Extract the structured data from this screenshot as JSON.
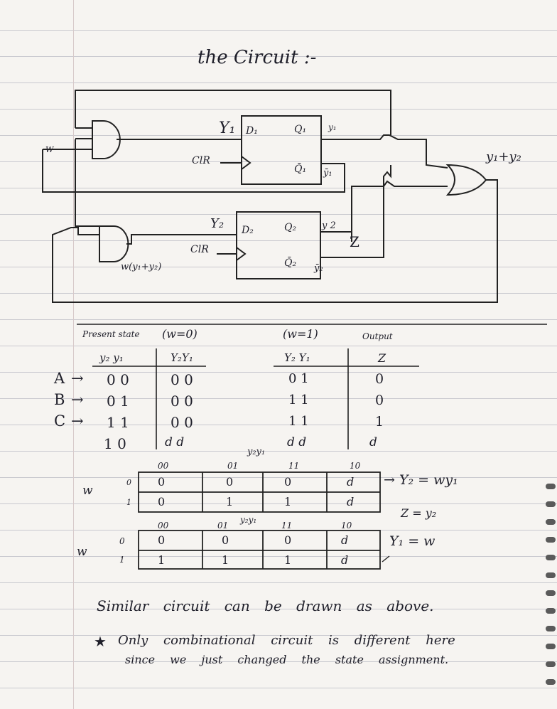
{
  "heading": "the Circuit :-",
  "circuit": {
    "w": "W",
    "Y1": "Y₁",
    "D1": "D₁",
    "Q1": "Q₁",
    "y1": "y₁",
    "Q1bar": "Q̄₁",
    "y1bar": "ȳ₁",
    "clk1": "ClR",
    "out_label": "y₁+y₂",
    "Y2": "Y₂",
    "D2": "D₂",
    "Q2": "Q₂",
    "y2": "y 2",
    "Z": "Z",
    "clk2": "ClR",
    "Q2bar": "Q̄₂",
    "y2bar": "ȳ₂",
    "and2_label": "w(y₁+y₂)"
  },
  "state_table": {
    "present_state": "Present state",
    "w0": "(w=0)",
    "w1": "(w=1)",
    "output": "Output",
    "col_y2y1": "y₂ y₁",
    "col_Y2Y1_w0": "Y₂Y₁",
    "col_Y2Y1_w1": "Y₂ Y₁",
    "col_Z": "Z",
    "rows": [
      {
        "name": "A",
        "arrow": "→",
        "ps": "0 0",
        "w0": "0 0",
        "w1": "0 1",
        "z": "0"
      },
      {
        "name": "B",
        "arrow": "→",
        "ps": "0 1",
        "w0": "0 0",
        "w1": "1 1",
        "z": "0"
      },
      {
        "name": "C",
        "arrow": "→",
        "ps": "1 1",
        "w0": "0 0",
        "w1": "1 1",
        "z": "1"
      },
      {
        "name": "",
        "arrow": "",
        "ps": "1 0",
        "w0": "d d",
        "w1": "d d",
        "z": "d"
      }
    ]
  },
  "kmap1": {
    "title": "y₂y₁",
    "var": "w",
    "cols": [
      "00",
      "01",
      "11",
      "10"
    ],
    "rowlabels": [
      "0",
      "1"
    ],
    "cells": [
      [
        "0",
        "0",
        "0",
        "d"
      ],
      [
        "0",
        "1",
        "1",
        "d"
      ]
    ],
    "result": "→ Y₂ = wy₁",
    "z_eq": "Z = y₂"
  },
  "kmap2": {
    "title": "y₂y₁",
    "var": "w",
    "cols": [
      "00",
      "01",
      "11",
      "10"
    ],
    "rowlabels": [
      "0",
      "1"
    ],
    "cells": [
      [
        "0",
        "0",
        "0",
        "d"
      ],
      [
        "1",
        "1",
        "1",
        "d"
      ]
    ],
    "result": "Y₁ = w"
  },
  "notes": {
    "line1": "Similar circuit can be drawn as above.",
    "star": "★",
    "line2": "Only combinational circuit is different here",
    "line3": "since we just changed the state assignment."
  }
}
